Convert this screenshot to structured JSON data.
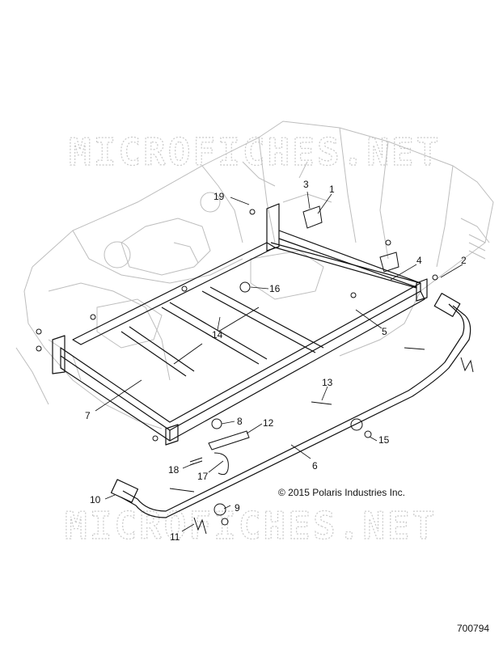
{
  "watermark": "MICROFICHES.NET",
  "copyright": "© 2015 Polaris Industries Inc.",
  "drawing_number": "700794",
  "callouts": [
    "1",
    "2",
    "3",
    "4",
    "5",
    "6",
    "7",
    "8",
    "9",
    "10",
    "11",
    "12",
    "13",
    "14",
    "15",
    "16",
    "17",
    "18",
    "19"
  ]
}
